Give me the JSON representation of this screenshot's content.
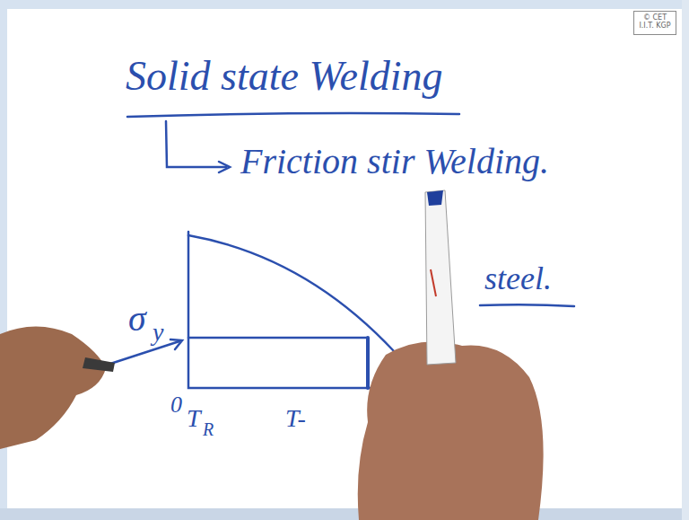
{
  "diagram": {
    "title": "Solid state Welding",
    "nodes": [
      {
        "text": [
          "© CET",
          "I.I.T. KGP"
        ]
      }
    ],
    "labels": [
      "Friction stir Welding.",
      "steel.",
      "σ",
      "y",
      "0",
      "T",
      "R",
      "T-"
    ]
  }
}
